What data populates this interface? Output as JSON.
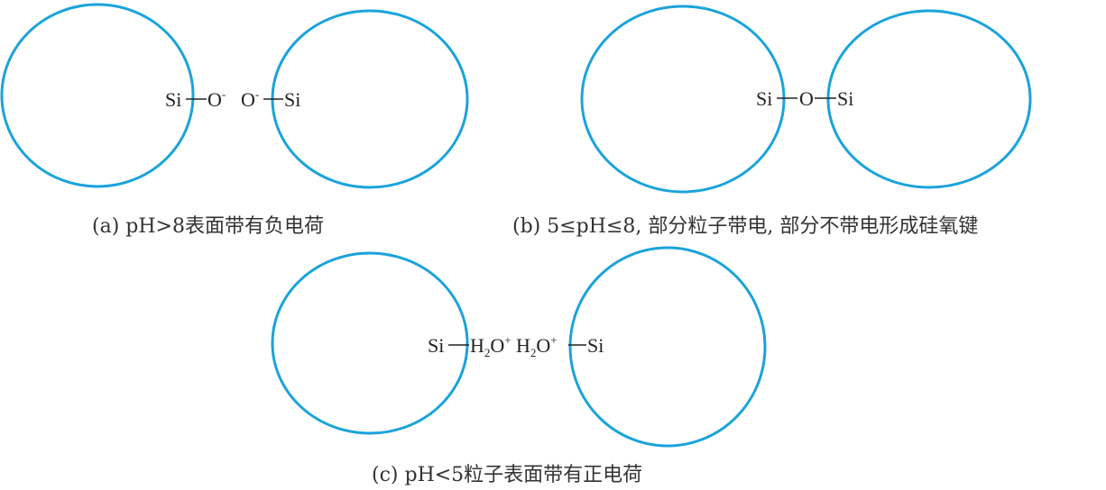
{
  "colors": {
    "circle": "#1aa3db",
    "text": "#222222"
  },
  "panels": {
    "a": {
      "left_atom": "Si",
      "left_group": "O",
      "left_charge": "-",
      "right_group": "O",
      "right_charge": "-",
      "right_atom": "Si",
      "caption": "(a) pH>8表面带有负电荷"
    },
    "b": {
      "left_atom": "Si",
      "bridge": "O",
      "right_atom": "Si",
      "caption": "(b) 5≤pH≤8, 部分粒子带电, 部分不带电形成硅氧键"
    },
    "c": {
      "left_atom": "Si",
      "h": "H",
      "h_sub": "2",
      "o": "O",
      "charge": "+",
      "right_atom": "Si",
      "caption": "(c) pH<5粒子表面带有正电荷"
    }
  }
}
